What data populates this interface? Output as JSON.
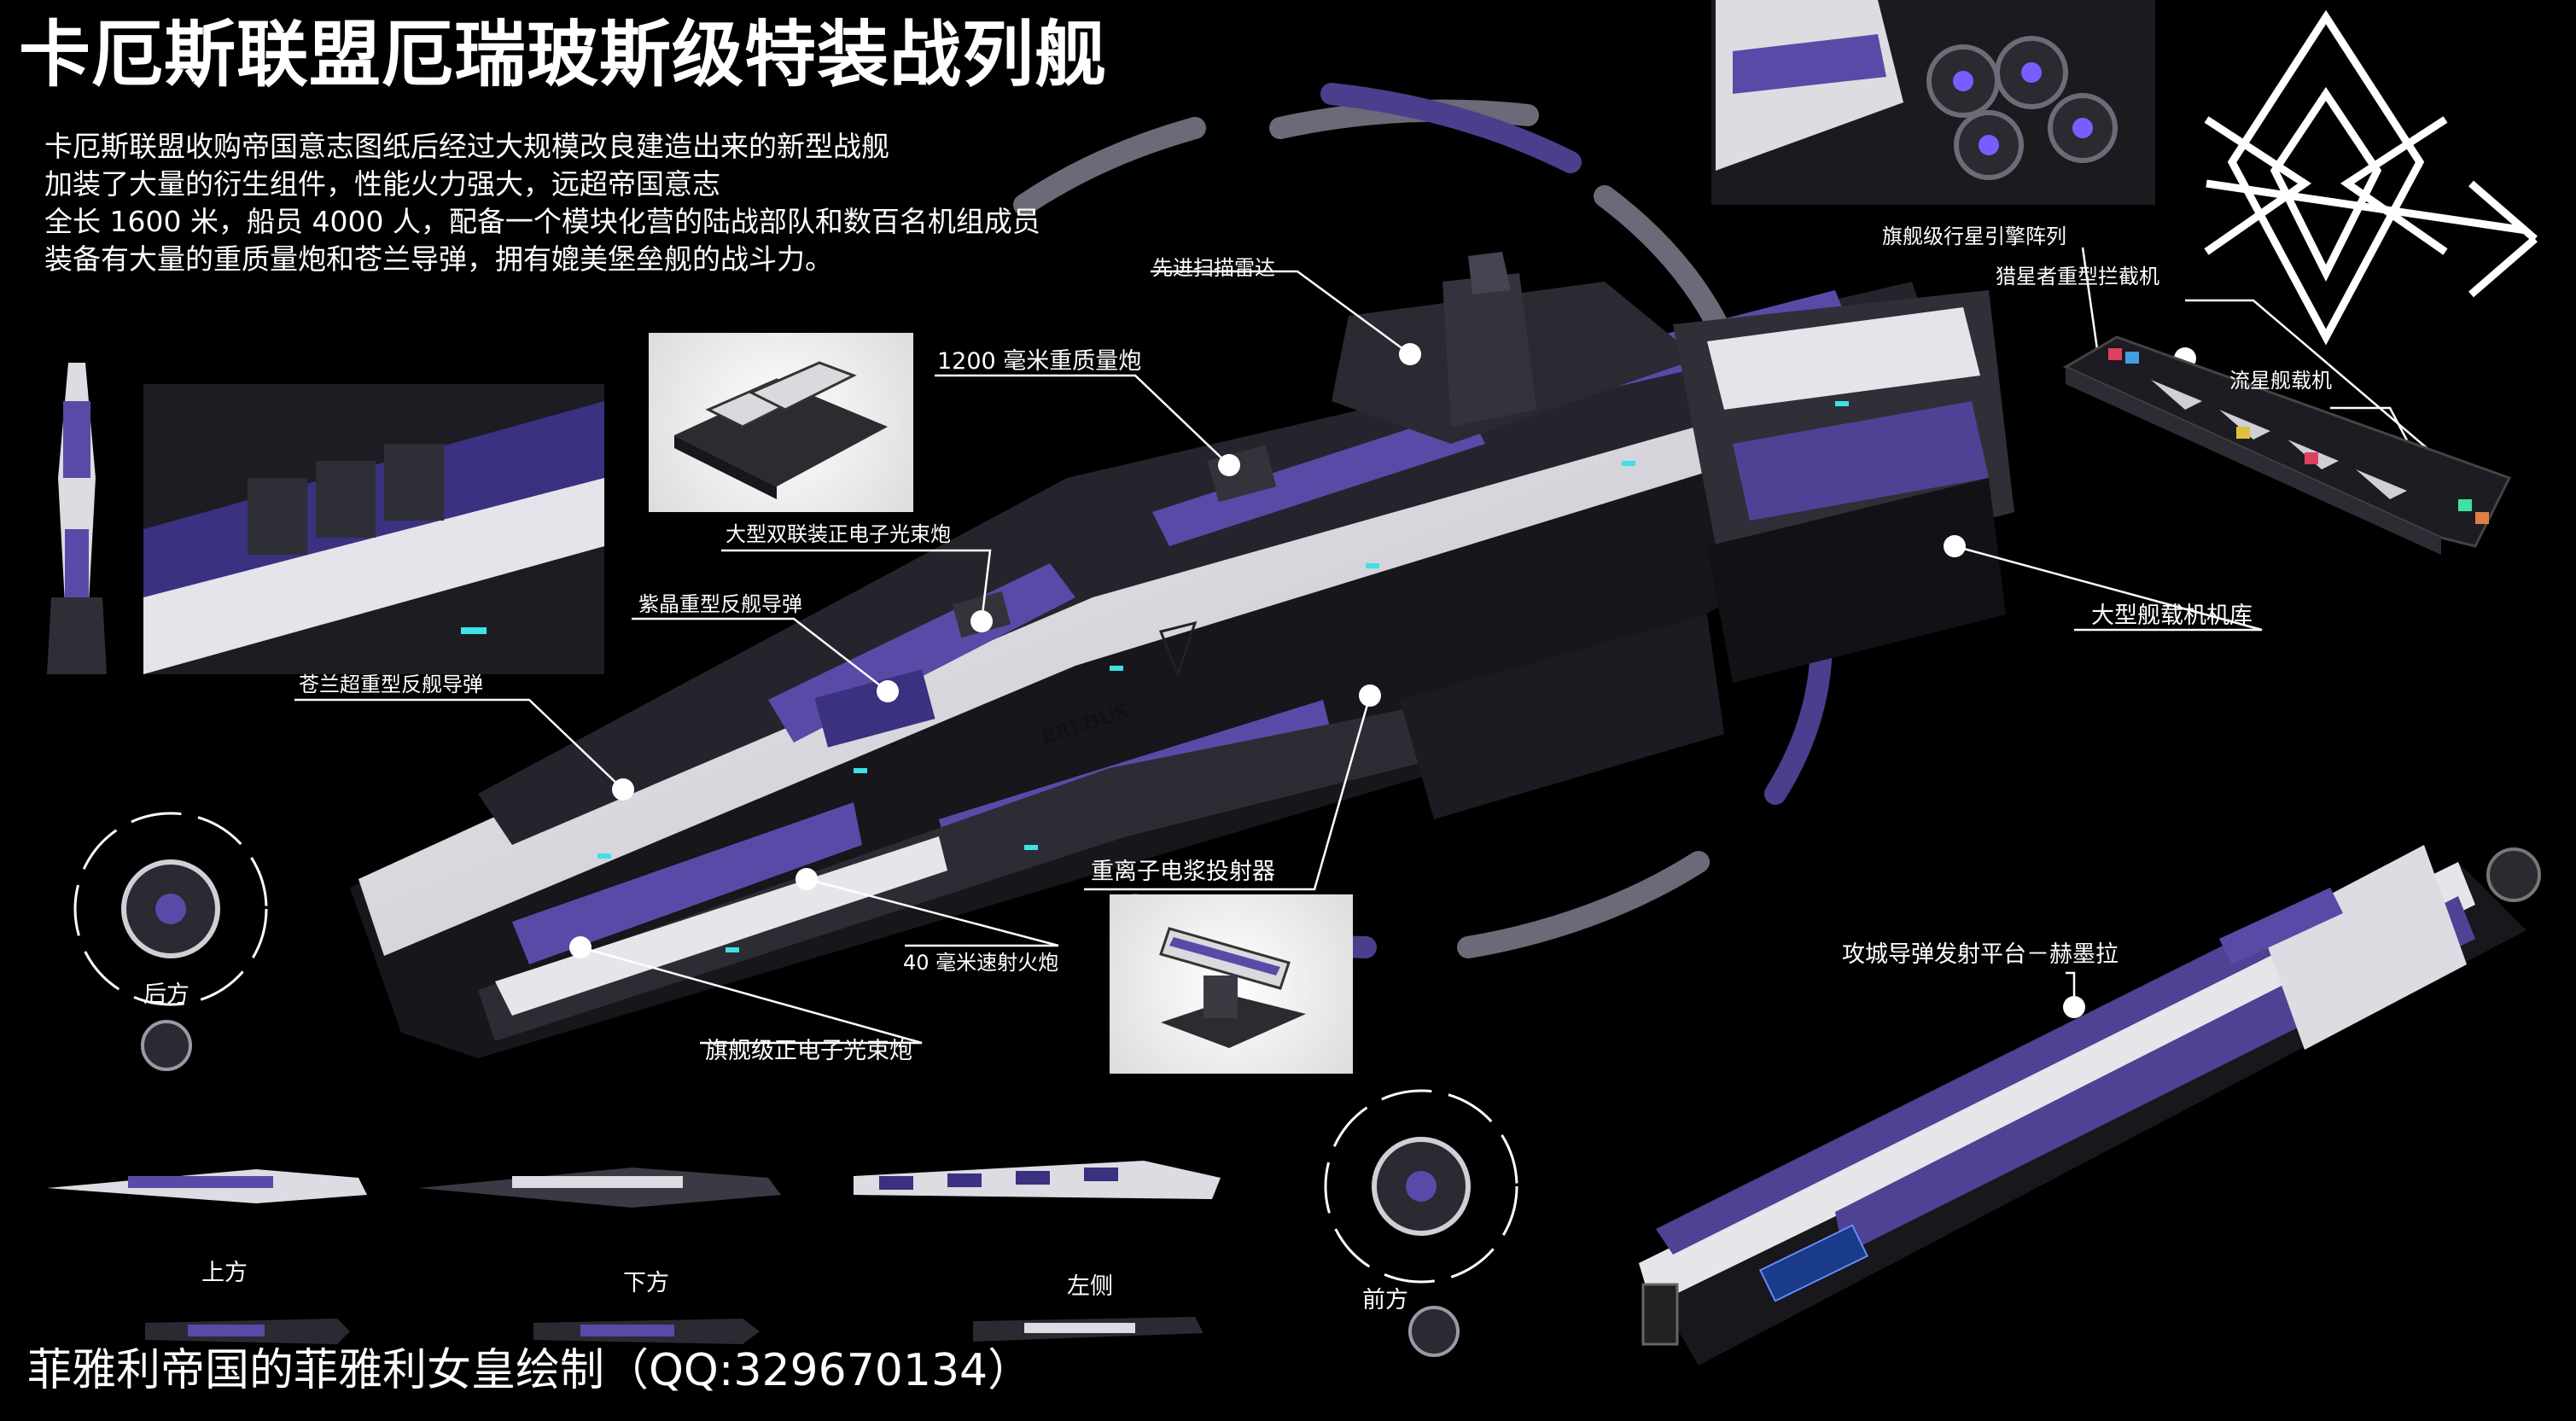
{
  "title": "卡厄斯联盟厄瑞玻斯级特装战列舰",
  "description": [
    "卡厄斯联盟收购帝国意志图纸后经过大规模改良建造出来的新型战舰",
    "加装了大量的衍生组件，性能火力强大，远超帝国意志",
    "全长 1600 米，船员 4000 人，配备一个模块化营的陆战部队和数百名机组成员",
    "装备有大量的重质量炮和苍兰导弹，拥有媲美堡垒舰的战斗力。"
  ],
  "callouts": {
    "radar": "先进扫描雷达",
    "mass_cannon": "1200 毫米重质量炮",
    "twin_positron": "大型双联装正电子光束炮",
    "amethyst_missile": "紫晶重型反舰导弹",
    "canglan_missile": "苍兰超重型反舰导弹",
    "heavy_plasma": "重离子电浆投射器",
    "rapid_gun": "40 毫米速射火炮",
    "flagship_positron": "旗舰级正电子光束炮",
    "hangar": "大型舰载机机库",
    "engine_array": "旗舰级行星引擎阵列",
    "interceptor": "猎星者重型拦截机",
    "meteor_fighter": "流星舰载机",
    "siege_platform": "攻城导弹发射平台－赫墨拉"
  },
  "views": {
    "rear": "后方",
    "top": "上方",
    "bottom": "下方",
    "left": "左侧",
    "front": "前方"
  },
  "hull_name": "EREBUS",
  "footer": "菲雅利帝国的菲雅利女皇绘制（QQ:329670134）",
  "colors": {
    "background": "#000000",
    "hull_white": "#e9e9ec",
    "hull_purple": "#5a4aa8",
    "hull_dark": "#1e1e24",
    "accent_cyan": "#3fe0e6"
  }
}
